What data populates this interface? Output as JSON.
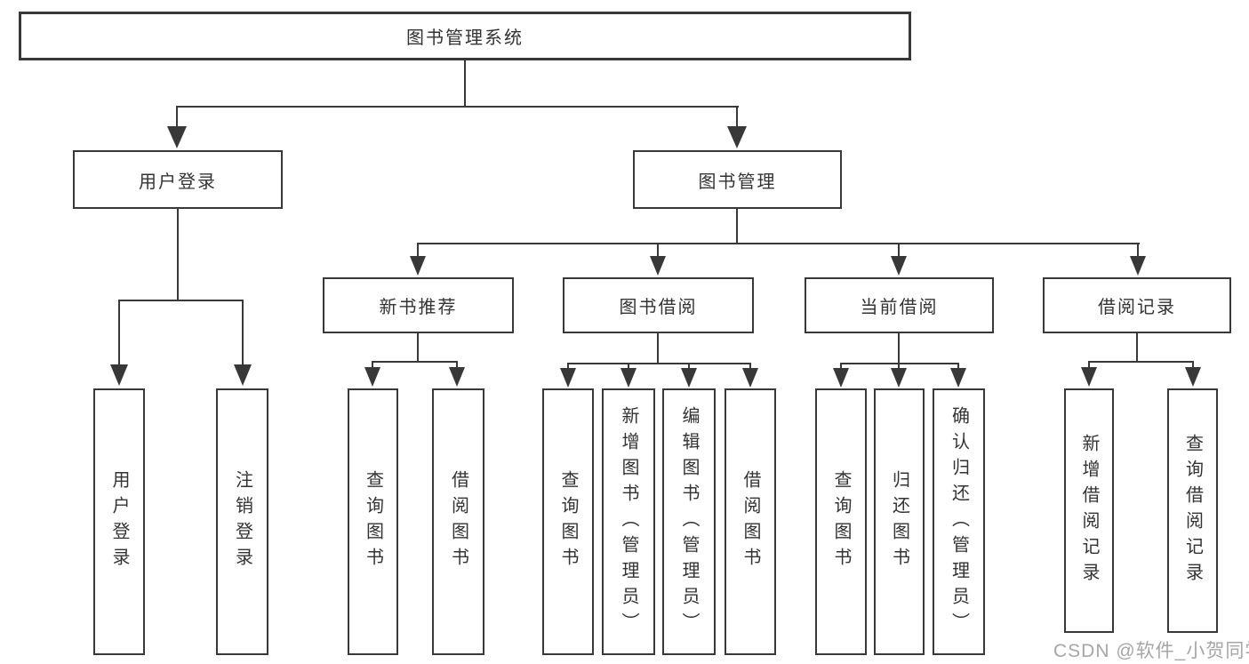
{
  "title": {
    "label": "图书管理系统"
  },
  "branches": [
    {
      "label": "用户登录",
      "children": [
        {
          "label": "用户登录"
        },
        {
          "label": "注销登录"
        }
      ]
    },
    {
      "label": "图书管理",
      "children": [
        {
          "label": "新书推荐",
          "children": [
            {
              "label": "查询图书"
            },
            {
              "label": "借阅图书"
            }
          ]
        },
        {
          "label": "图书借阅",
          "children": [
            {
              "label": "查询图书"
            },
            {
              "label": "新增图书（管理员）"
            },
            {
              "label": "编辑图书（管理员）"
            },
            {
              "label": "借阅图书"
            }
          ]
        },
        {
          "label": "当前借阅",
          "children": [
            {
              "label": "查询图书"
            },
            {
              "label": "归还图书"
            },
            {
              "label": "确认归还（管理员）"
            }
          ]
        },
        {
          "label": "借阅记录",
          "children": [
            {
              "label": "新增借阅记录"
            },
            {
              "label": "查询借阅记录"
            }
          ]
        }
      ]
    }
  ],
  "watermark": {
    "text": "CSDN @软件_小贺同学"
  },
  "colors": {
    "line": "#383838",
    "text": "#333333",
    "background": "#ffffff",
    "watermark": "#a6a6a6"
  }
}
